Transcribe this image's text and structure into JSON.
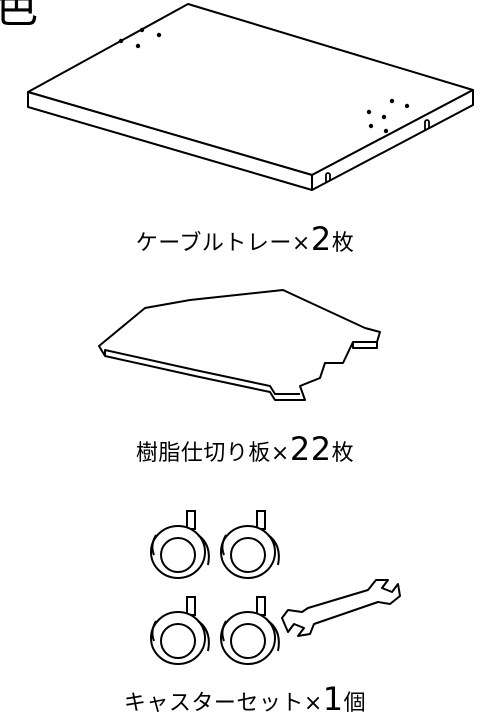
{
  "header": {
    "title_fragment": "色"
  },
  "items": [
    {
      "label": "ケーブルトレー×",
      "qty": "2",
      "unit": "枚"
    },
    {
      "label": "樹脂仕切り板×",
      "qty": "22",
      "unit": "枚"
    },
    {
      "label": "キャスターセット×",
      "qty": "1",
      "unit": "個"
    }
  ],
  "colors": {
    "line": "#000000",
    "background": "#ffffff"
  }
}
